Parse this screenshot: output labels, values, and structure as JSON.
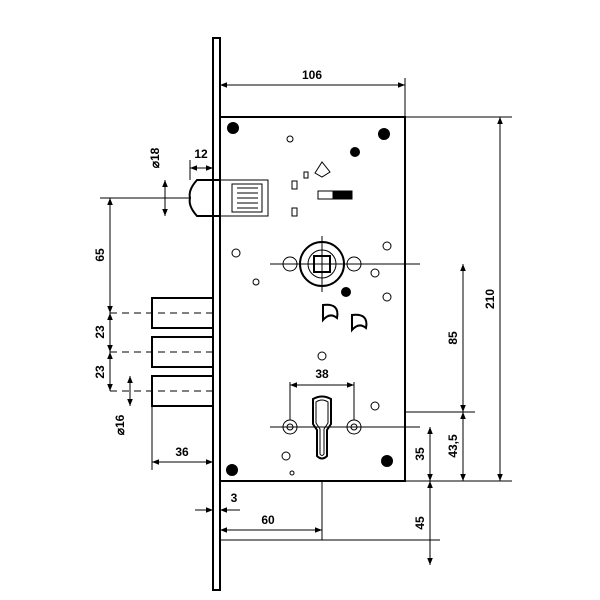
{
  "dimensions": {
    "case_width": "106",
    "case_height": "210",
    "latch_offset": "12",
    "latch_diameter": "⌀18",
    "latch_to_follower": "65",
    "bolt_spacing_1": "23",
    "bolt_spacing_2": "23",
    "bolt_diameter": "⌀16",
    "bolt_projection": "36",
    "follower_to_cylinder": "85",
    "cylinder_width": "38",
    "cylinder_to_bottom": "43,5",
    "cylinder_hole_to_bottom": "35",
    "faceplate_thickness": "3",
    "backset": "60",
    "faceplate_extension": "45"
  }
}
